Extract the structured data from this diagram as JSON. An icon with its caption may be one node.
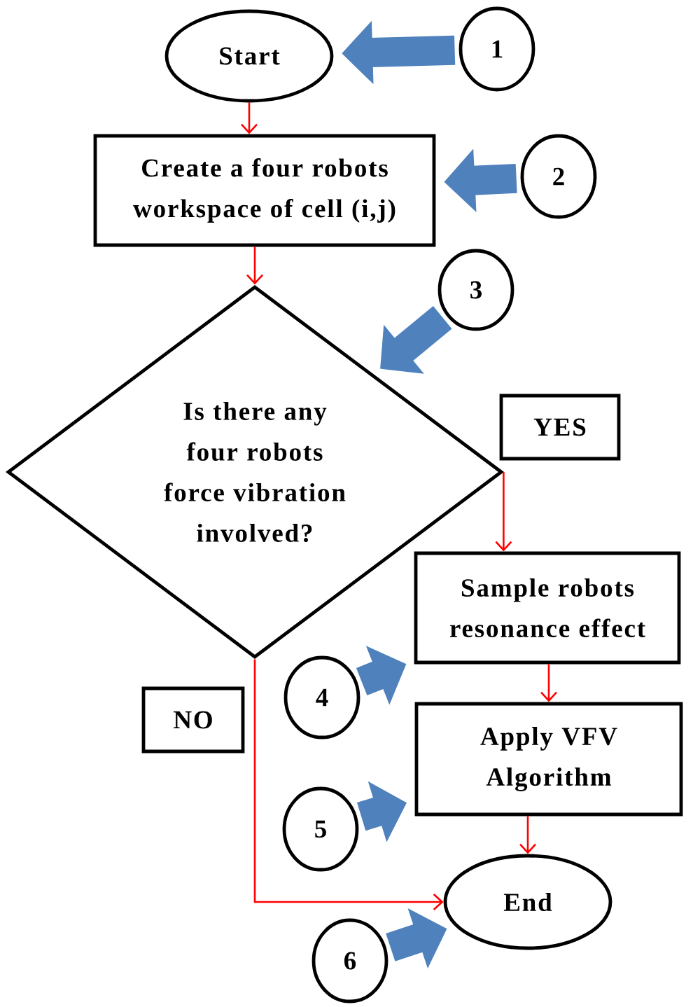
{
  "diagram": {
    "nodes": [
      {
        "text": [
          "Start"
        ]
      },
      {
        "text": [
          "1"
        ]
      },
      {
        "text": [
          "Create a four robots workspace of cell (i,j)"
        ]
      },
      {
        "text": [
          "2"
        ]
      },
      {
        "text": [
          "3"
        ]
      },
      {
        "text": [
          "Is there any four robots force vibration involved?"
        ]
      },
      {
        "text": [
          "YES"
        ]
      },
      {
        "text": [
          "Sample robots resonance effect"
        ]
      },
      {
        "text": [
          "4"
        ]
      },
      {
        "text": [
          "NO"
        ]
      },
      {
        "text": [
          "Apply VFV Algorithm"
        ]
      },
      {
        "text": [
          "5"
        ]
      },
      {
        "text": [
          "End"
        ]
      },
      {
        "text": [
          "6"
        ]
      }
    ],
    "edges": [
      {
        "from": 0,
        "to": 2,
        "arrow": "to"
      },
      {
        "from": 2,
        "to": 5,
        "arrow": "to"
      },
      {
        "from": 5,
        "to": 7,
        "arrow": "to"
      },
      {
        "from": 7,
        "to": 10,
        "arrow": "to"
      },
      {
        "from": 10,
        "to": 12,
        "arrow": "to"
      },
      {
        "from": 5,
        "to": 12,
        "arrow": "to"
      },
      {
        "from": 1,
        "to": 0,
        "arrow": "to",
        "style": "thick",
        "color": "#4f81bd"
      },
      {
        "from": 3,
        "to": 2,
        "arrow": "to",
        "style": "thick",
        "color": "#4f81bd"
      },
      {
        "from": 4,
        "to": 5,
        "arrow": "to",
        "style": "thick",
        "color": "#4f81bd"
      },
      {
        "from": 8,
        "to": 7,
        "arrow": "to",
        "style": "thick",
        "color": "#4f81bd"
      },
      {
        "from": 11,
        "to": 10,
        "arrow": "to",
        "style": "thick",
        "color": "#4f81bd"
      },
      {
        "from": 13,
        "to": 12,
        "arrow": "to",
        "style": "thick",
        "color": "#4f81bd"
      }
    ]
  }
}
